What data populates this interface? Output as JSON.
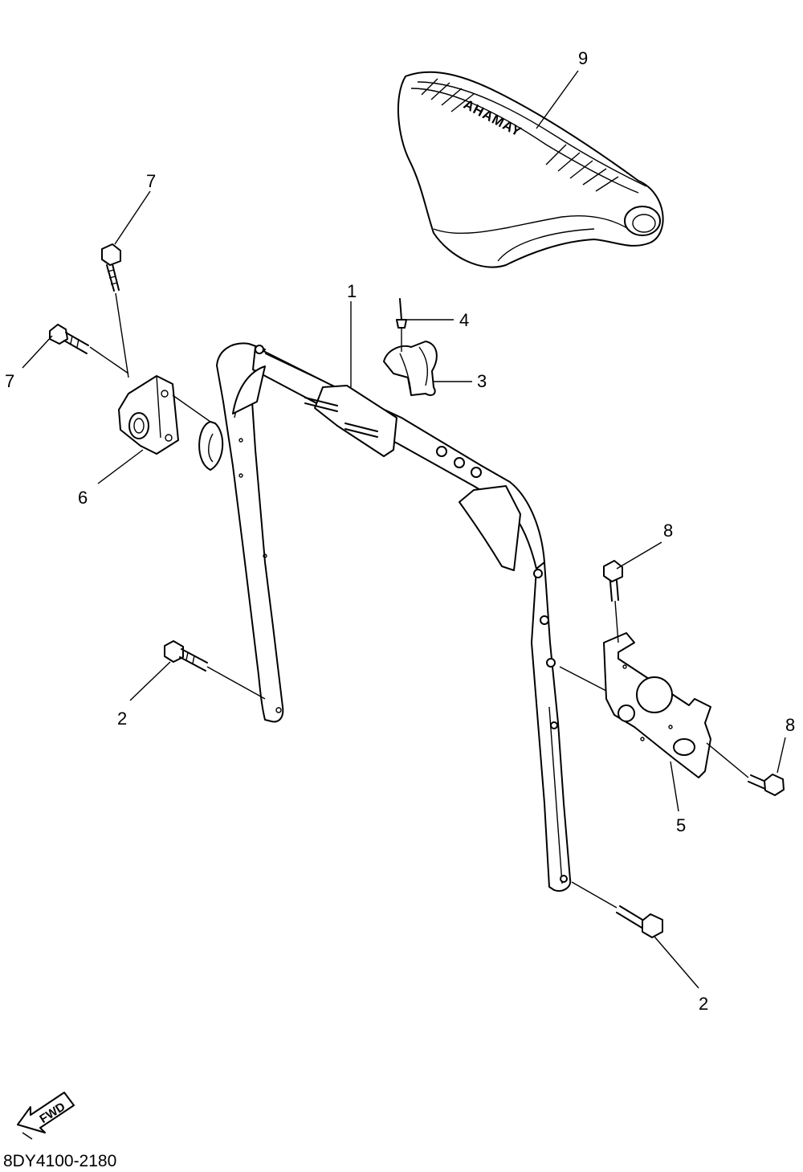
{
  "diagram": {
    "part_code": "8DY4100-2180",
    "fwd_label": "FWD",
    "seat_logo": "YAMAHA",
    "callouts": [
      {
        "id": "c9",
        "label": "9"
      },
      {
        "id": "c7a",
        "label": "7"
      },
      {
        "id": "c7b",
        "label": "7"
      },
      {
        "id": "c1",
        "label": "1"
      },
      {
        "id": "c4",
        "label": "4"
      },
      {
        "id": "c3",
        "label": "3"
      },
      {
        "id": "c6",
        "label": "6"
      },
      {
        "id": "c8a",
        "label": "8"
      },
      {
        "id": "c8b",
        "label": "8"
      },
      {
        "id": "c2a",
        "label": "2"
      },
      {
        "id": "c5",
        "label": "5"
      },
      {
        "id": "c2b",
        "label": "2"
      }
    ]
  }
}
